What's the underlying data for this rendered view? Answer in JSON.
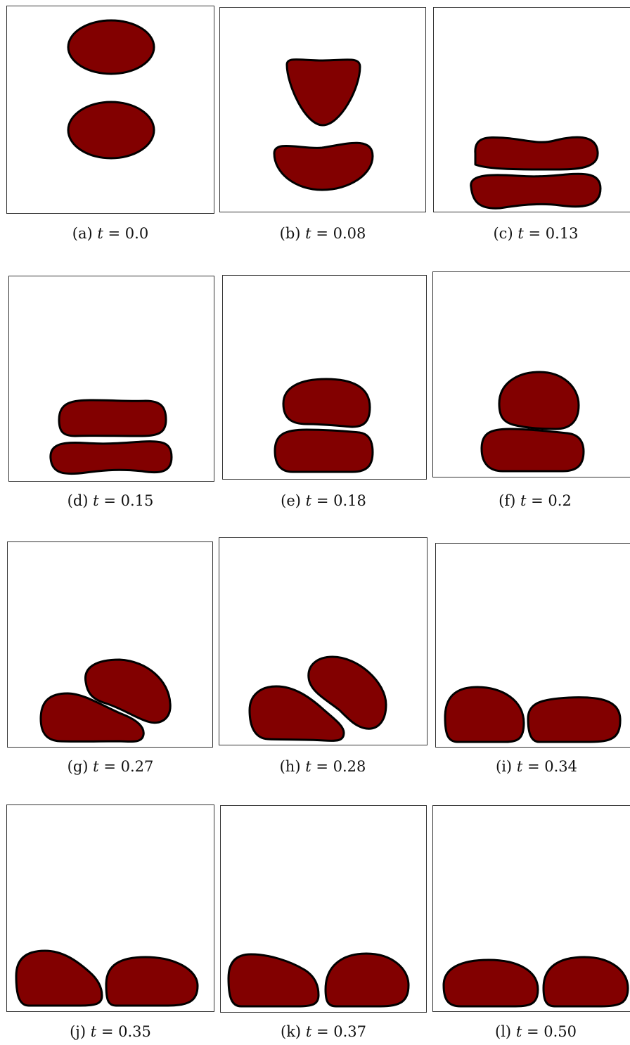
{
  "colors": {
    "drop_fill": "#820000",
    "drop_stroke": "#000000",
    "frame_stroke": "#333333"
  },
  "panels": [
    {
      "id": "a",
      "label": "(a)",
      "var": "t",
      "eq": "= 0.0"
    },
    {
      "id": "b",
      "label": "(b)",
      "var": "t",
      "eq": "= 0.08"
    },
    {
      "id": "c",
      "label": "(c)",
      "var": "t",
      "eq": "= 0.13"
    },
    {
      "id": "d",
      "label": "(d)",
      "var": "t",
      "eq": "= 0.15"
    },
    {
      "id": "e",
      "label": "(e)",
      "var": "t",
      "eq": "= 0.18"
    },
    {
      "id": "f",
      "label": "(f)",
      "var": "t",
      "eq": "= 0.2"
    },
    {
      "id": "g",
      "label": "(g)",
      "var": "t",
      "eq": "= 0.27"
    },
    {
      "id": "h",
      "label": "(h)",
      "var": "t",
      "eq": "= 0.28"
    },
    {
      "id": "i",
      "label": "(i)",
      "var": "t",
      "eq": "= 0.34"
    },
    {
      "id": "j",
      "label": "(j)",
      "var": "t",
      "eq": "= 0.35"
    },
    {
      "id": "k",
      "label": "(k)",
      "var": "t",
      "eq": "= 0.37"
    },
    {
      "id": "l",
      "label": "(l)",
      "var": "t",
      "eq": "= 0.50"
    }
  ]
}
